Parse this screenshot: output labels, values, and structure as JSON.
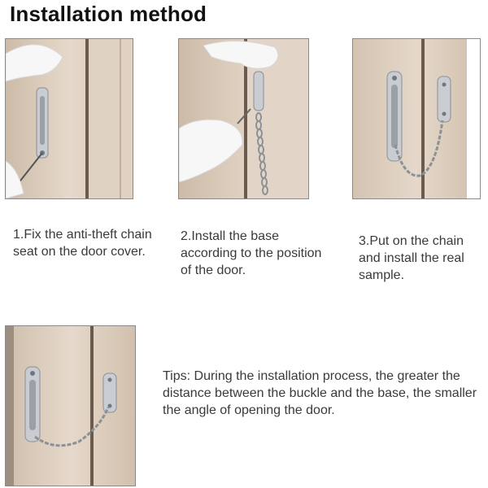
{
  "title": "Installation method",
  "steps": [
    {
      "text": "1.Fix the anti-theft chain seat on the door cover."
    },
    {
      "text": "2.Install the base according to the position of the door."
    },
    {
      "text": "3.Put on the chain and install the real sample."
    }
  ],
  "tips": "Tips: During the installation process, the greater the distance between the buckle and the base, the smaller the angle of opening the door.",
  "colors": {
    "door_panel": "#dccdbd",
    "frame_gap": "#6b5b4d",
    "metal": "#c9cdd2",
    "glove": "#f7f7f7"
  }
}
